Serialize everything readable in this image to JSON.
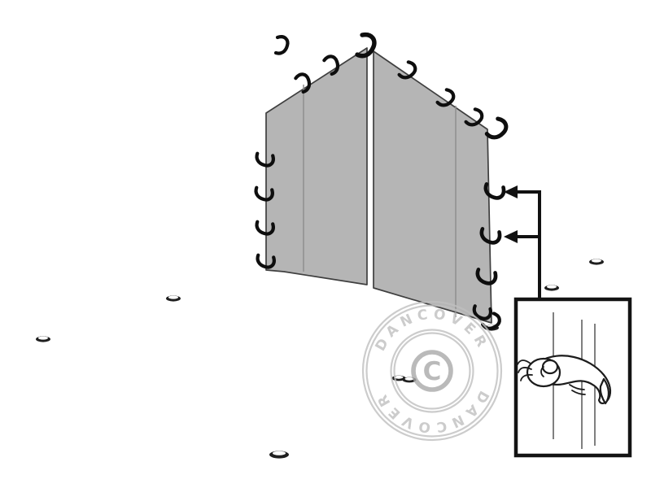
{
  "illustration": {
    "subject": "marquee-frame-with-partition-wall",
    "watermark": {
      "text_top": "DANCOVER",
      "text_bottom": "DANCOVER",
      "copyright_glyph": "C"
    },
    "callout": {
      "arrow_count": 2,
      "arrow_icon": "left-arrow-icon"
    },
    "inset": {
      "icon": "fabric-clip-fastener-icon"
    },
    "colors": {
      "background": "#ffffff",
      "frame_outline": "#1f1f1f",
      "frame_fill": "#ffffff",
      "fabric": "#b5b5b5",
      "fabric_edge": "#3f3f3f",
      "fabric_crease": "#8f8f8f",
      "clip": "#0e0e0e",
      "callout": "#111111",
      "inset_border": "#141414",
      "watermark": "#c0c0c0",
      "watermark_dark": "#a9a9a9"
    }
  }
}
